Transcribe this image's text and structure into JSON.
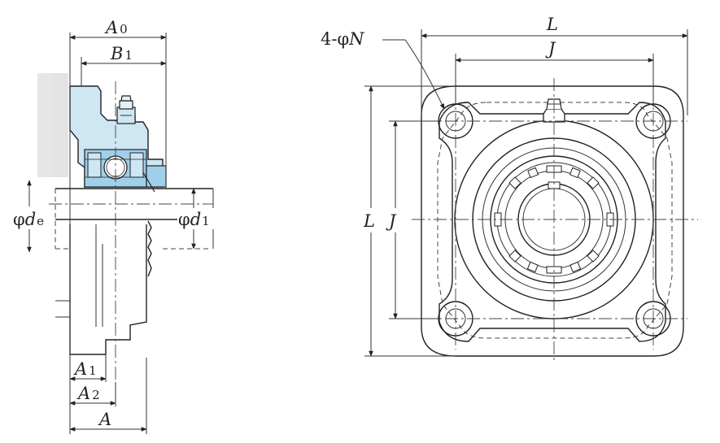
{
  "labels": {
    "A0": {
      "main": "A",
      "sub": "0"
    },
    "B1": {
      "main": "B",
      "sub": "1"
    },
    "de": {
      "prefix": "φ",
      "main": "d",
      "sub": "e"
    },
    "d1": {
      "prefix": "φ",
      "main": "d",
      "sub": "1"
    },
    "A1": {
      "main": "A",
      "sub": "1"
    },
    "A2": {
      "main": "A",
      "sub": "2"
    },
    "A": {
      "main": "A"
    },
    "L_top": "L",
    "J_top": "J",
    "L_left": "L",
    "J_left": "J",
    "holes": {
      "prefix": "4-φ",
      "main": "N"
    }
  },
  "colors": {
    "housing_fill": "#cfe6f3",
    "bearing_fill": "#9fd0ea",
    "shade": "#e6e6e6",
    "line": "#222222"
  },
  "components": [
    "side-view",
    "front-view",
    "mounting-holes",
    "grease-fitting",
    "locking-collar"
  ]
}
